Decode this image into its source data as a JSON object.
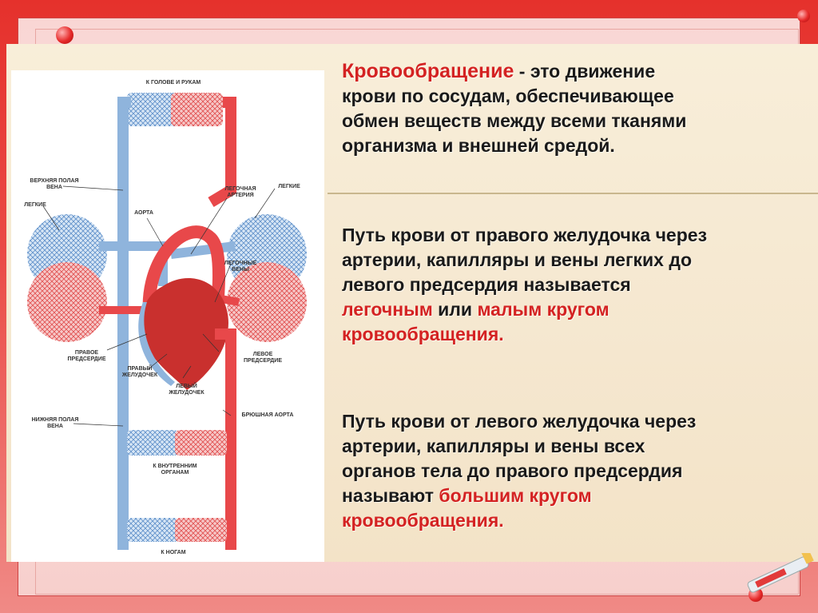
{
  "definition": {
    "term": "Кровообращение",
    "rest_line1": " - это движение",
    "line2": "крови по сосудам, обеспечивающее",
    "line3": "обмен веществ между всеми тканями",
    "line4": "организма и внешней средой."
  },
  "small_circle": {
    "line1": "Путь крови от правого желудочка через",
    "line2": "артерии, капилляры и вены легких до",
    "line3": "левого предсердия называется",
    "red1": "легочным",
    "mid": " или ",
    "red2": "малым кругом",
    "red3": "кровообращения."
  },
  "big_circle": {
    "line1": "Путь крови от левого желудочка через",
    "line2": "артерии, капилляры и вены всех",
    "line3": "органов тела до правого предсердия",
    "line4_start": "называют ",
    "red1": "большим кругом",
    "red2": "кровообращения."
  },
  "diagram_labels": {
    "head_arms": "К ГОЛОВЕ И РУКАМ",
    "superior_vena": "ВЕРХНЯЯ ПОЛАЯ ВЕНА",
    "lungs_left": "ЛЕГКИЕ",
    "lungs_right": "ЛЕГКИЕ",
    "aorta": "АОРТА",
    "pulmonary_artery": "ЛЕГОЧНАЯ АРТЕРИЯ",
    "pulmonary_veins": "ЛЕГОЧНЫЕ ВЕНЫ",
    "right_atrium": "ПРАВОЕ ПРЕДСЕРДИЕ",
    "right_ventricle": "ПРАВЫЙ ЖЕЛУДОЧЕК",
    "left_atrium": "ЛЕВОЕ ПРЕДСЕРДИЕ",
    "left_ventricle": "ЛЕВЫЙ ЖЕЛУДОЧЕК",
    "inferior_vena": "НИЖНЯЯ ПОЛАЯ ВЕНА",
    "abdominal_aorta": "БРЮШНАЯ АОРТА",
    "internal_organs": "К ВНУТРЕННИМ ОРГАНАМ",
    "legs": "К НОГАМ"
  },
  "colors": {
    "artery": "#e8484a",
    "vein": "#8fb4dc",
    "accent_red": "#d42222"
  }
}
